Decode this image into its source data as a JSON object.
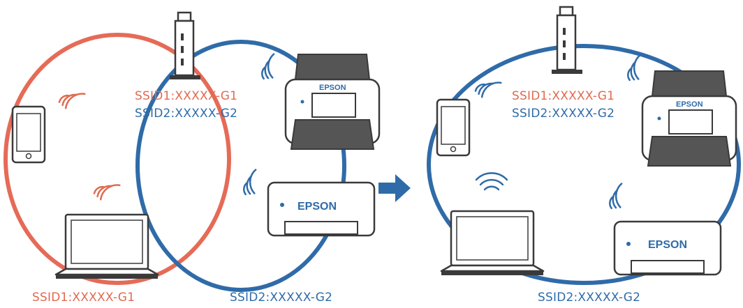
{
  "colors": {
    "band_g1": "#e56b57",
    "band_g2": "#2f6ba8",
    "label_g1": "#e06a50",
    "label_g2": "#2f6ba8",
    "device_outline": "#3a3a3a",
    "arrow": "#2f6ba8"
  },
  "before": {
    "router_ssid1": "SSID1:XXXXX-G1",
    "router_ssid2": "SSID2:XXXXX-G2",
    "scanner_brand": "EPSON",
    "printer_brand": "EPSON",
    "bottom_label_g1": "SSID1:XXXXX-G1",
    "bottom_label_g2": "SSID2:XXXXX-G2"
  },
  "after": {
    "router_ssid1": "SSID1:XXXXX-G1",
    "router_ssid2": "SSID2:XXXXX-G2",
    "scanner_brand": "EPSON",
    "printer_brand": "EPSON",
    "bottom_label_g2": "SSID2:XXXXX-G2"
  },
  "icons": [
    "router-icon",
    "smartphone-icon",
    "laptop-icon",
    "scanner-icon",
    "printer-icon",
    "wifi-signal-icon",
    "arrow-right-icon"
  ]
}
